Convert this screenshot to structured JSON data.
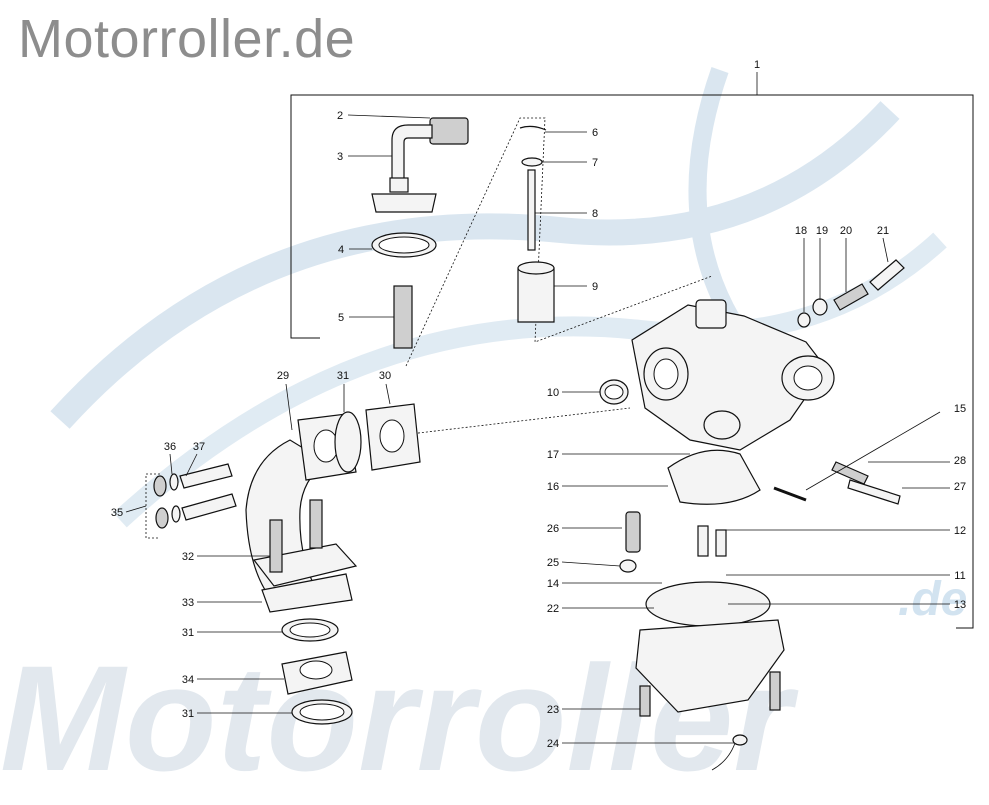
{
  "header": {
    "site_title": "Motorroller.de"
  },
  "watermark": {
    "text": "Motorroller",
    "suffix": ".de",
    "color": "#dde6ee",
    "swoosh_color": "#cfe0ee"
  },
  "colors": {
    "line": "#111111",
    "title_gray": "#8d8d8d"
  },
  "labels": [
    "1",
    "2",
    "3",
    "4",
    "5",
    "6",
    "7",
    "8",
    "9",
    "10",
    "11",
    "12",
    "13",
    "14",
    "15",
    "16",
    "17",
    "18",
    "19",
    "20",
    "21",
    "22",
    "23",
    "24",
    "25",
    "26",
    "27",
    "28",
    "29",
    "30",
    "31",
    "31",
    "31",
    "32",
    "33",
    "34",
    "35",
    "36",
    "37"
  ]
}
